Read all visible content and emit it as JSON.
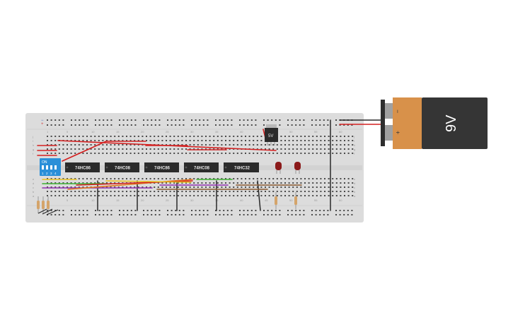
{
  "breadboard": {
    "column_numbers": [
      "1",
      "5",
      "10",
      "15",
      "20",
      "25",
      "30",
      "35",
      "40",
      "45",
      "50",
      "55",
      "60"
    ],
    "row_letters_top": [
      "j",
      "i",
      "h",
      "g",
      "f"
    ],
    "row_letters_bottom": [
      "e",
      "d",
      "c",
      "b",
      "a"
    ],
    "rail_marks": {
      "plus": "+",
      "minus": "−"
    }
  },
  "chips": [
    {
      "label": "74HC86"
    },
    {
      "label": "74HC08"
    },
    {
      "label": "74HC86"
    },
    {
      "label": "74HC08"
    },
    {
      "label": "74HC32"
    }
  ],
  "dip_switch": {
    "on_label": "ON",
    "numbers": [
      "1",
      "2",
      "3",
      "4"
    ],
    "color": "#2a8fd8"
  },
  "regulator": {
    "label": "5V"
  },
  "battery": {
    "voltage": "9V",
    "minus_mark": "−",
    "plus_mark": "+",
    "body_color": "#353535",
    "label_color": "#d8914a"
  },
  "leds": [
    {
      "color": "#8b1a1a"
    },
    {
      "color": "#8b1a1a"
    }
  ],
  "colors": {
    "board": "#dcdcdc",
    "wire_red": "#d42020",
    "wire_black": "#2a2a2a",
    "wire_yellow": "#e8c020",
    "wire_green": "#3cb030",
    "wire_purple": "#9030b0",
    "wire_orange": "#e07820",
    "wire_brown": "#8a5a30"
  }
}
